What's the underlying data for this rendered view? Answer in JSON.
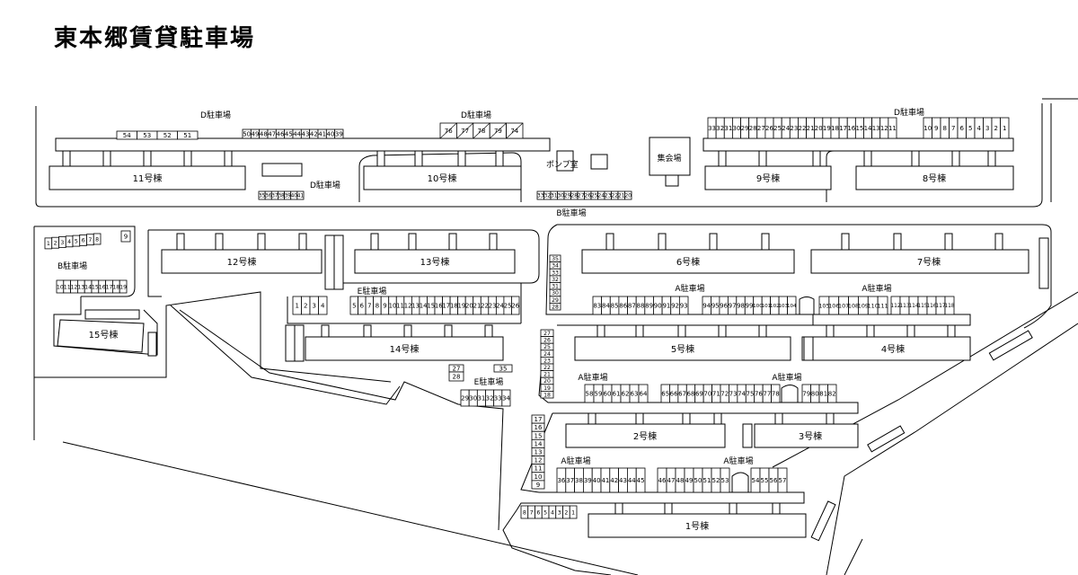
{
  "title": "東本郷賃貸駐車場",
  "buildings": [
    {
      "id": "b11",
      "label": "11号棟"
    },
    {
      "id": "b10",
      "label": "10号棟"
    },
    {
      "id": "b9",
      "label": "9号棟"
    },
    {
      "id": "b8",
      "label": "8号棟"
    },
    {
      "id": "b12",
      "label": "12号棟"
    },
    {
      "id": "b13",
      "label": "13号棟"
    },
    {
      "id": "b6",
      "label": "6号棟"
    },
    {
      "id": "b7",
      "label": "7号棟"
    },
    {
      "id": "b14",
      "label": "14号棟"
    },
    {
      "id": "b15",
      "label": "15号棟"
    },
    {
      "id": "b5",
      "label": "5号棟"
    },
    {
      "id": "b4",
      "label": "4号棟"
    },
    {
      "id": "b2",
      "label": "2号棟"
    },
    {
      "id": "b3",
      "label": "3号棟"
    },
    {
      "id": "b1",
      "label": "1号棟"
    }
  ],
  "facilities": {
    "pump": "ポンプ室",
    "hall": "集会場"
  },
  "zone_labels": [
    {
      "id": "d1",
      "label": "D駐車場"
    },
    {
      "id": "d2",
      "label": "D駐車場"
    },
    {
      "id": "d3",
      "label": "D駐車場"
    },
    {
      "id": "d4",
      "label": "D駐車場"
    },
    {
      "id": "b1",
      "label": "B駐車場"
    },
    {
      "id": "b2",
      "label": "B駐車場"
    },
    {
      "id": "e1",
      "label": "E駐車場"
    },
    {
      "id": "e2",
      "label": "E駐車場"
    },
    {
      "id": "a1",
      "label": "A駐車場"
    },
    {
      "id": "a2",
      "label": "A駐車場"
    },
    {
      "id": "a3",
      "label": "A駐車場"
    },
    {
      "id": "a4",
      "label": "A駐車場"
    },
    {
      "id": "a5",
      "label": "A駐車場"
    },
    {
      "id": "a6",
      "label": "A駐車場"
    }
  ],
  "parking_rows": [
    {
      "id": "d11-left",
      "labels": [
        "54",
        "53",
        "52",
        "51"
      ]
    },
    {
      "id": "d11-right",
      "labels": [
        "50",
        "49",
        "48",
        "47",
        "46",
        "45",
        "44",
        "43",
        "42",
        "41",
        "40",
        "39"
      ]
    },
    {
      "id": "d11-lower",
      "labels": [
        "35",
        "36",
        "37",
        "38",
        "39",
        "40",
        "41"
      ]
    },
    {
      "id": "d10-top",
      "labels": [
        "76",
        "77",
        "78",
        "79",
        "74"
      ]
    },
    {
      "id": "d10-lower",
      "labels": [
        "33",
        "32",
        "31",
        "30",
        "29",
        "28",
        "27",
        "26",
        "25",
        "24",
        "23",
        "22",
        "21",
        "20"
      ]
    },
    {
      "id": "d9",
      "labels": [
        "33",
        "32",
        "31",
        "30",
        "29",
        "28",
        "27",
        "26",
        "25",
        "24",
        "23",
        "22",
        "21",
        "20",
        "19",
        "18",
        "17",
        "16",
        "15",
        "14",
        "13",
        "12",
        "11"
      ]
    },
    {
      "id": "d8",
      "labels": [
        "10",
        "9",
        "8",
        "7",
        "6",
        "5",
        "4",
        "3",
        "2",
        "1"
      ]
    },
    {
      "id": "b-top",
      "labels": [
        "1",
        "2",
        "3",
        "4",
        "5",
        "6",
        "7",
        "8"
      ]
    },
    {
      "id": "b-nine",
      "labels": [
        "9"
      ]
    },
    {
      "id": "b-lower",
      "labels": [
        "10",
        "11",
        "12",
        "13",
        "14",
        "15",
        "16",
        "17",
        "18",
        "19"
      ]
    },
    {
      "id": "e-left",
      "labels": [
        "1",
        "2",
        "3",
        "4"
      ]
    },
    {
      "id": "e-right",
      "labels": [
        "5",
        "6",
        "7",
        "8",
        "9",
        "10",
        "11",
        "12",
        "13",
        "14",
        "15",
        "16",
        "17",
        "18",
        "19",
        "20",
        "21",
        "22",
        "23",
        "24",
        "25",
        "26"
      ]
    },
    {
      "id": "e-small-top",
      "labels": [
        "27"
      ]
    },
    {
      "id": "e-small-28",
      "labels": [
        "28"
      ]
    },
    {
      "id": "e-small-35",
      "labels": [
        "35"
      ]
    },
    {
      "id": "e-bottom",
      "labels": [
        "29",
        "30",
        "31",
        "32",
        "33",
        "34"
      ]
    },
    {
      "id": "a-col-top",
      "labels": [
        "35",
        "34",
        "33",
        "32",
        "31",
        "30",
        "29",
        "28"
      ]
    },
    {
      "id": "a-6-left",
      "labels": [
        "83",
        "84",
        "85",
        "86",
        "87",
        "88",
        "89",
        "90",
        "91",
        "92",
        "93"
      ]
    },
    {
      "id": "a-6-right",
      "labels": [
        "94",
        "95",
        "96",
        "97",
        "98",
        "99",
        "100",
        "101",
        "102",
        "103",
        "104"
      ]
    },
    {
      "id": "a-7-left",
      "labels": [
        "105",
        "106",
        "107",
        "108",
        "109",
        "110",
        "111"
      ]
    },
    {
      "id": "a-7-right",
      "labels": [
        "112",
        "113",
        "114",
        "115",
        "116",
        "117",
        "118"
      ]
    },
    {
      "id": "a-col-mid",
      "labels": [
        "27",
        "26",
        "25",
        "24",
        "23",
        "22",
        "21",
        "20",
        "19",
        "18"
      ]
    },
    {
      "id": "a-5-left",
      "labels": [
        "58",
        "59",
        "60",
        "61",
        "62",
        "63",
        "64"
      ]
    },
    {
      "id": "a-5-mid",
      "labels": [
        "65",
        "66",
        "67",
        "68",
        "69",
        "70",
        "71",
        "72",
        "73",
        "74",
        "75",
        "76",
        "77",
        "78"
      ]
    },
    {
      "id": "a-5-right",
      "labels": [
        "79",
        "80",
        "81",
        "82"
      ]
    },
    {
      "id": "a-col-low",
      "labels": [
        "17",
        "16",
        "15",
        "14",
        "13",
        "12",
        "11",
        "10",
        "9"
      ]
    },
    {
      "id": "a-2-left",
      "labels": [
        "36",
        "37",
        "38",
        "39",
        "40",
        "41",
        "42",
        "43",
        "44",
        "45"
      ]
    },
    {
      "id": "a-2-mid",
      "labels": [
        "46",
        "47",
        "48",
        "49",
        "50",
        "51",
        "52",
        "53"
      ]
    },
    {
      "id": "a-2-right",
      "labels": [
        "54",
        "55",
        "56",
        "57"
      ]
    },
    {
      "id": "a-1-row",
      "labels": [
        "8",
        "7",
        "6",
        "5",
        "4",
        "3",
        "2",
        "1"
      ]
    }
  ]
}
